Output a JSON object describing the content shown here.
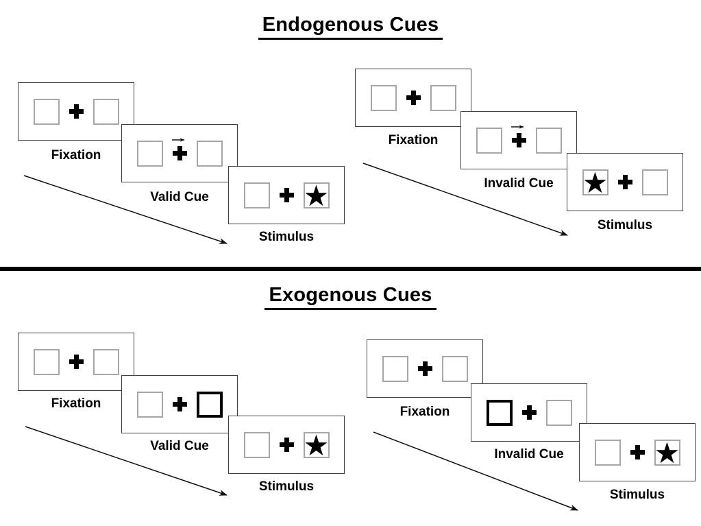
{
  "glyphs": {
    "star": "★",
    "fixation_cross": "+",
    "cue_arrow": "→"
  },
  "sections": [
    {
      "title": "Endogenous Cues",
      "trials": [
        {
          "type": "valid",
          "cue_kind": "central-arrow-right",
          "stimulus_side": "right",
          "panels": [
            {
              "label": "Fixation",
              "left_box": "empty",
              "right_box": "empty",
              "cue_arrow": false
            },
            {
              "label": "Valid Cue",
              "left_box": "empty",
              "right_box": "empty",
              "cue_arrow": true
            },
            {
              "label": "Stimulus",
              "left_box": "empty",
              "right_box": "star",
              "cue_arrow": false
            }
          ]
        },
        {
          "type": "invalid",
          "cue_kind": "central-arrow-right",
          "stimulus_side": "left",
          "panels": [
            {
              "label": "Fixation",
              "left_box": "empty",
              "right_box": "empty",
              "cue_arrow": false
            },
            {
              "label": "Invalid Cue",
              "left_box": "empty",
              "right_box": "empty",
              "cue_arrow": true
            },
            {
              "label": "Stimulus",
              "left_box": "star",
              "right_box": "empty",
              "cue_arrow": false
            }
          ]
        }
      ]
    },
    {
      "title": "Exogenous Cues",
      "trials": [
        {
          "type": "valid",
          "cue_kind": "peripheral-box-highlight",
          "stimulus_side": "right",
          "panels": [
            {
              "label": "Fixation",
              "left_box": "empty",
              "right_box": "empty",
              "cue_arrow": false
            },
            {
              "label": "Valid Cue",
              "left_box": "empty",
              "right_box": "highlight",
              "cue_arrow": false
            },
            {
              "label": "Stimulus",
              "left_box": "empty",
              "right_box": "star",
              "cue_arrow": false
            }
          ]
        },
        {
          "type": "invalid",
          "cue_kind": "peripheral-box-highlight",
          "stimulus_side": "right",
          "panels": [
            {
              "label": "Fixation",
              "left_box": "empty",
              "right_box": "empty",
              "cue_arrow": false
            },
            {
              "label": "Invalid Cue",
              "left_box": "highlight",
              "right_box": "empty",
              "cue_arrow": false
            },
            {
              "label": "Stimulus",
              "left_box": "empty",
              "right_box": "star",
              "cue_arrow": false
            }
          ]
        }
      ]
    }
  ]
}
